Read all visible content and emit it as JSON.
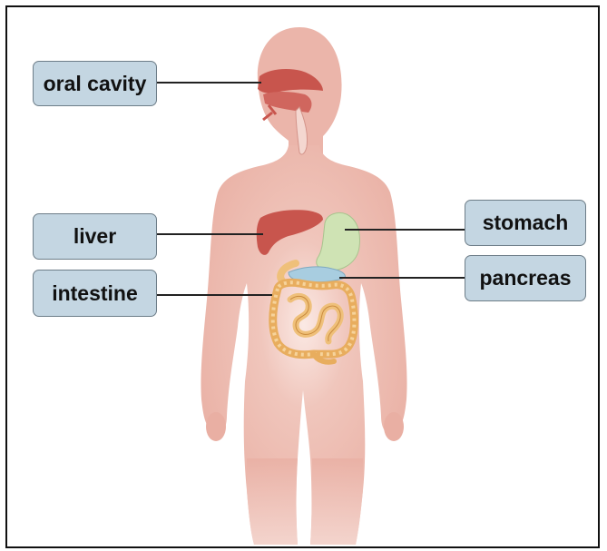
{
  "labels": {
    "oral_cavity": "oral cavity",
    "liver": "liver",
    "intestine": "intestine",
    "stomach": "stomach",
    "pancreas": "pancreas"
  },
  "colors": {
    "body": "#eebcb1",
    "organ_red": "#c8554d",
    "stomach": "#cfe3b4",
    "pancreas": "#a8cde0",
    "intestine": "#efc07a",
    "label_fill": "#c4d6e2"
  }
}
